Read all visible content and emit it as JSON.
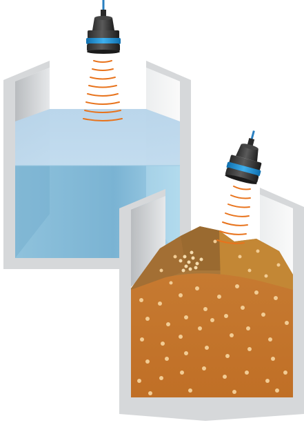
{
  "scene": {
    "liquid_tank": {
      "content": "liquid",
      "colors": {
        "liquid": "#7fb8d6",
        "wall": "#d4d6d8"
      }
    },
    "bulk_tank": {
      "content": "bulk solids",
      "colors": {
        "material": "#c8782e",
        "granules": "#f0c890",
        "wall": "#d4d6d8"
      }
    },
    "sensors": [
      {
        "name": "ultrasonic-sensor",
        "icon": "ultrasonic-sensor-icon",
        "band_color": "#1e8fd0"
      },
      {
        "name": "ultrasonic-sensor",
        "icon": "ultrasonic-sensor-icon",
        "band_color": "#1e8fd0"
      }
    ],
    "wave_color": "#e8731c"
  }
}
